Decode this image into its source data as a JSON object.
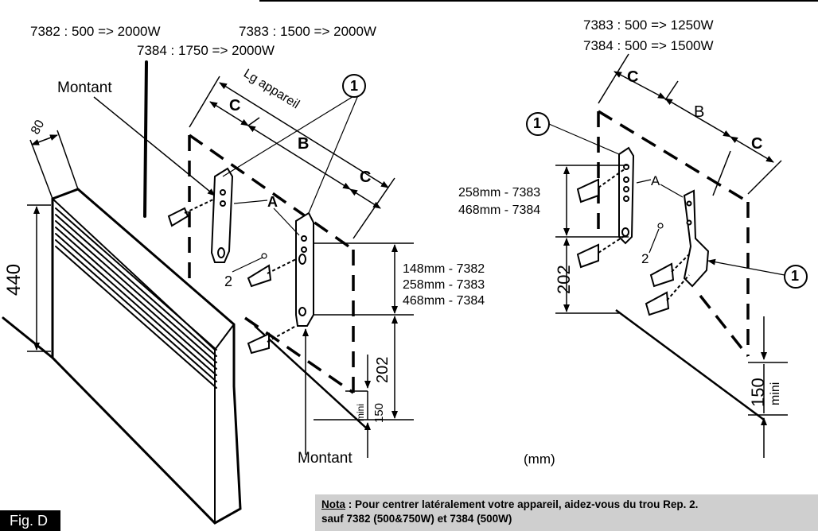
{
  "figure_label": "Fig. D",
  "specs_left": {
    "line1a": "7382 :   500 => 2000W",
    "line1b": "7383 :   1500 => 2000W",
    "line2": "7384 :   1750 => 2000W"
  },
  "specs_right": {
    "line1": "7383 :   500 => 1250W",
    "line2": "7384 :   500 => 1500W"
  },
  "left_diagram": {
    "montant_top": "Montant",
    "montant_bottom": "Montant",
    "dim_80": "80",
    "dim_440": "440",
    "lg_appareil": "Lg appareil",
    "label_c1": "C",
    "label_b": "B",
    "label_c2": "C",
    "label_a": "A",
    "label_2": "2",
    "marker_1": "1",
    "spacing_7382": "148mm - 7382",
    "spacing_7383": "258mm - 7383",
    "spacing_7384": "468mm - 7384",
    "dim_202": "202",
    "dim_150": "150",
    "mini": "mini"
  },
  "right_diagram": {
    "label_c1": "C",
    "label_b": "B",
    "label_c2": "C",
    "label_a": "A",
    "label_2": "2",
    "marker_1_top": "1",
    "marker_1_right": "1",
    "spacing_7383": "258mm - 7383",
    "spacing_7384": "468mm - 7384",
    "dim_202": "202",
    "dim_150": "150",
    "mini": "mini"
  },
  "units": "(mm)",
  "nota": {
    "prefix": "Nota",
    "line1": " : Pour centrer latéralement votre appareil, aidez-vous du trou Rep. 2.",
    "line2": "sauf 7382 (500&750W) et 7384 (500W)"
  }
}
